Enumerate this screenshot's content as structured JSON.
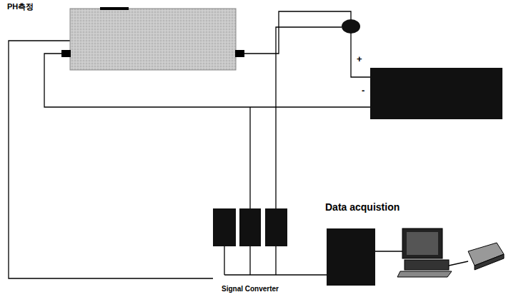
{
  "diagram": {
    "nodes": [
      {
        "text": [
          "Data acquistion"
        ]
      }
    ],
    "labels": [
      "PH측정",
      "+",
      "-",
      "Signal Converter"
    ]
  }
}
